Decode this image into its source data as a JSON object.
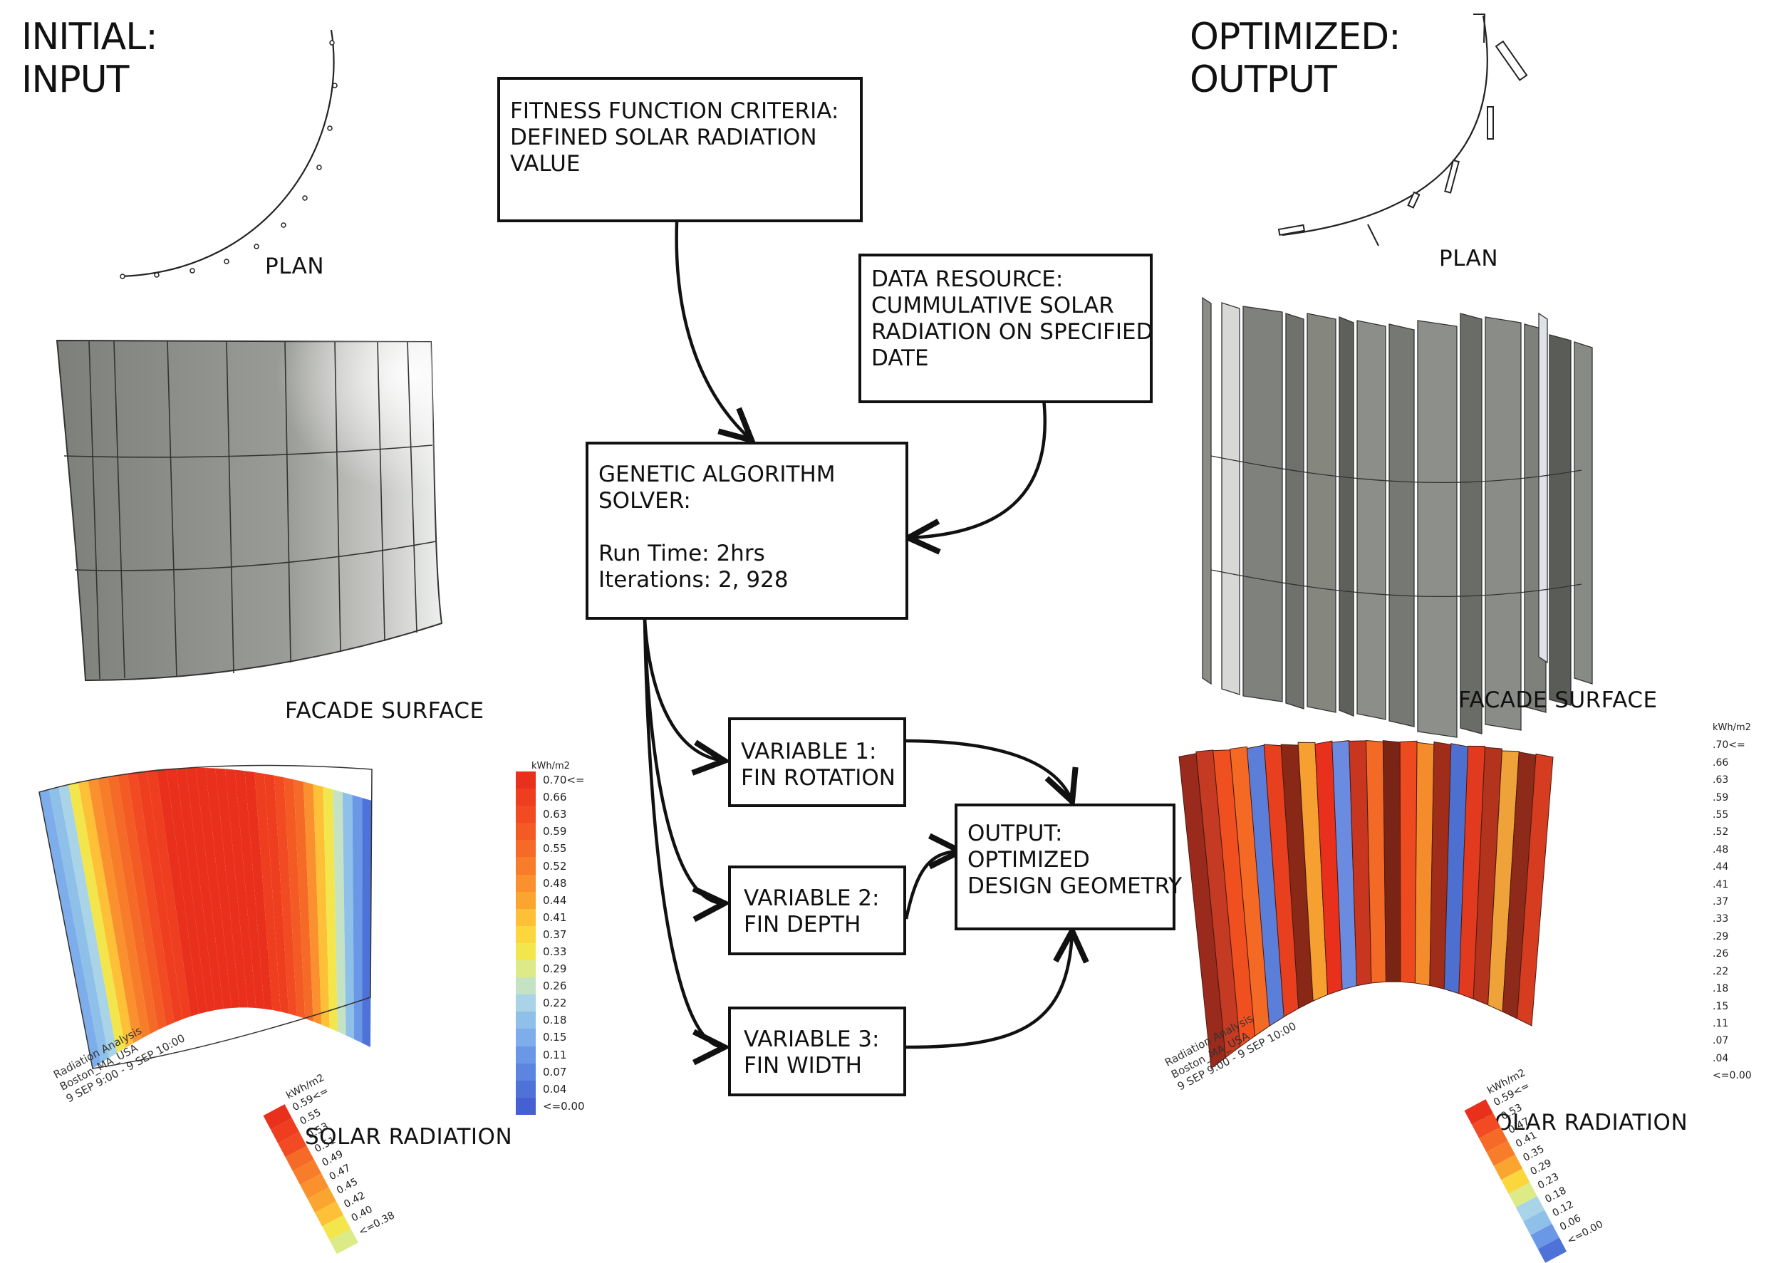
{
  "initial": {
    "title_line1": "INITIAL:",
    "title_line2": "INPUT",
    "plan_label": "PLAN",
    "facade_label": "FACADE SURFACE",
    "solar_label": "SOLAR RADIATION",
    "legend_unit": "kWh/m2",
    "legend_values": [
      "0.70<=",
      "0.66",
      "0.63",
      "0.59",
      "0.55",
      "0.52",
      "0.48",
      "0.44",
      "0.41",
      "0.37",
      "0.33",
      "0.29",
      "0.26",
      "0.22",
      "0.18",
      "0.15",
      "0.11",
      "0.07",
      "0.04",
      "<=0.00"
    ],
    "tilted_legend_unit": "kWh/m2",
    "tilted_legend_values": [
      "0.59<=",
      "0.55",
      "0.53",
      "0.51",
      "0.49",
      "0.47",
      "0.45",
      "0.42",
      "0.40",
      "<=0.38"
    ],
    "analysis_text": [
      "Radiation Analysis",
      "Boston_MA_USA",
      "9 SEP 9:00 - 9 SEP 10:00"
    ]
  },
  "optimized": {
    "title_line1": "OPTIMIZED:",
    "title_line2": "OUTPUT",
    "plan_label": "PLAN",
    "facade_label": "FACADE SURFACE",
    "solar_label": "SOLAR RADIATION",
    "legend_unit": "kWh/m2",
    "legend_values": [
      ".70<=",
      ".66",
      ".63",
      ".59",
      ".55",
      ".52",
      ".48",
      ".44",
      ".41",
      ".37",
      ".33",
      ".29",
      ".26",
      ".22",
      ".18",
      ".15",
      ".11",
      ".07",
      ".04",
      "<=0.00"
    ],
    "tilted_legend_unit": "kWh/m2",
    "tilted_legend_values": [
      "0.59<=",
      "0.53",
      "0.47",
      "0.41",
      "0.35",
      "0.29",
      "0.23",
      "0.18",
      "0.12",
      "0.06",
      "<=0.00"
    ],
    "analysis_text": [
      "Radiation Analysis",
      "Boston_MA_USA",
      "9 SEP 9:00 - 9 SEP 10:00"
    ]
  },
  "flow": {
    "fitness": [
      "FITNESS FUNCTION CRITERIA:",
      "DEFINED SOLAR RADIATION",
      "VALUE"
    ],
    "data_resource": [
      "DATA RESOURCE:",
      "CUMMULATIVE SOLAR",
      "RADIATION ON SPECIFIED",
      "DATE"
    ],
    "solver": [
      "GENETIC ALGORITHM",
      "SOLVER:",
      "",
      "Run Time: 2hrs",
      "Iterations: 2, 928"
    ],
    "var1": [
      "VARIABLE 1:",
      "FIN ROTATION"
    ],
    "var2": [
      "VARIABLE 2:",
      "FIN DEPTH"
    ],
    "var3": [
      "VARIABLE 3:",
      "FIN WIDTH"
    ],
    "output": [
      "OUTPUT:",
      "OPTIMIZED",
      "DESIGN GEOMETRY"
    ]
  },
  "colors": {
    "legend_scale": [
      "#e8301c",
      "#ee3e1f",
      "#f24a22",
      "#f45a24",
      "#f66a27",
      "#f87d2a",
      "#fa902e",
      "#fba531",
      "#fdc036",
      "#fbd63c",
      "#f3e64c",
      "#dcea88",
      "#c4e3c4",
      "#a9d3e6",
      "#8fc0ea",
      "#7dadea",
      "#6b98e6",
      "#5b85df",
      "#4f72d8",
      "#4560d0"
    ]
  }
}
